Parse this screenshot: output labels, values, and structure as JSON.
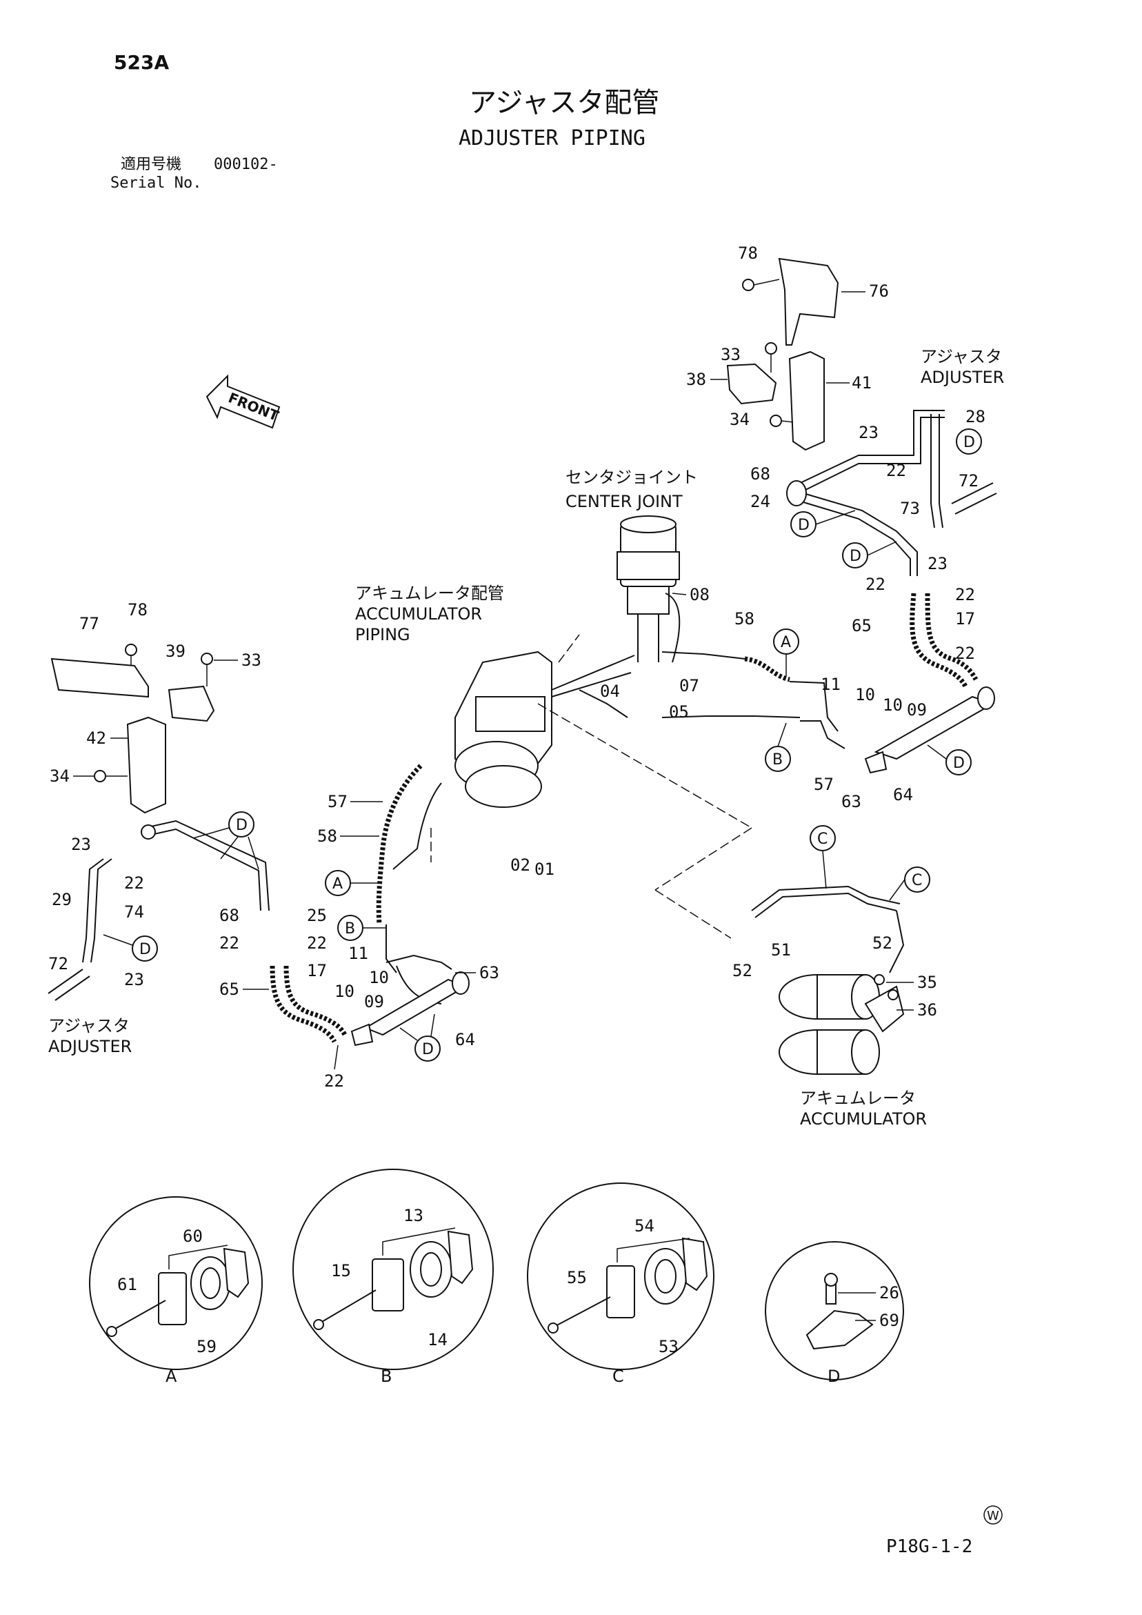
{
  "page": {
    "code": "523A",
    "sheet_ref": "P18G-1-2",
    "watermark": "W"
  },
  "title": {
    "jp": "アジャスタ配管",
    "en": "ADJUSTER PIPING"
  },
  "serial": {
    "jp_label": "適用号機",
    "number": "000102-",
    "en_label": "Serial No."
  },
  "front_arrow": {
    "label": "FRONT"
  },
  "assemblies": {
    "center_joint": {
      "jp": "センタジョイント",
      "en": "CENTER JOINT"
    },
    "accumulator_piping": {
      "jp": "アキュムレータ配管",
      "en1": "ACCUMULATOR",
      "en2": "PIPING"
    },
    "adjuster_right": {
      "jp": "アジャスタ",
      "en": "ADJUSTER"
    },
    "adjuster_left": {
      "jp": "アジャスタ",
      "en": "ADJUSTER"
    },
    "accumulator": {
      "jp": "アキュムレータ",
      "en": "ACCUMULATOR"
    }
  },
  "details": {
    "A": {
      "letter": "A",
      "parts": [
        "61",
        "60",
        "59"
      ]
    },
    "B": {
      "letter": "B",
      "parts": [
        "15",
        "13",
        "14"
      ]
    },
    "C": {
      "letter": "C",
      "parts": [
        "55",
        "54",
        "53"
      ]
    },
    "D": {
      "letter": "D",
      "parts": [
        "26",
        "69"
      ]
    }
  },
  "callouts": {
    "p78a": "78",
    "p76": "76",
    "p33a": "33",
    "p38": "38",
    "p41": "41",
    "p34a": "34",
    "p23a": "23",
    "p28": "28",
    "p22a": "22",
    "p72a": "72",
    "p68a": "68",
    "p24": "24",
    "p73": "73",
    "p23b": "23",
    "p22b": "22",
    "p22c": "22",
    "p08": "08",
    "p58a": "58",
    "p65a": "65",
    "p17a": "17",
    "p22d": "22",
    "p11a": "11",
    "p10a": "10",
    "p10b": "10",
    "p09a": "09",
    "p04": "04",
    "p07": "07",
    "p05": "05",
    "p57a": "57",
    "p63a": "63",
    "p64a": "64",
    "p57b": "57",
    "p58b": "58",
    "p02": "02",
    "p01": "01",
    "p77": "77",
    "p78b": "78",
    "p39": "39",
    "p33b": "33",
    "p42": "42",
    "p34b": "34",
    "p23c": "23",
    "p22e": "22",
    "p29": "29",
    "p74": "74",
    "p68b": "68",
    "p25": "25",
    "p22f": "22",
    "p22g": "22",
    "p72b": "72",
    "p23d": "23",
    "p65b": "65",
    "p17b": "17",
    "p11b": "11",
    "p10c": "10",
    "p09b": "09",
    "p10d": "10",
    "p63b": "63",
    "p64b": "64",
    "p22h": "22",
    "p51": "51",
    "p52a": "52",
    "p52b": "52",
    "p35": "35",
    "p36": "36"
  },
  "markers": {
    "A": "A",
    "B": "B",
    "C": "C",
    "D": "D"
  }
}
